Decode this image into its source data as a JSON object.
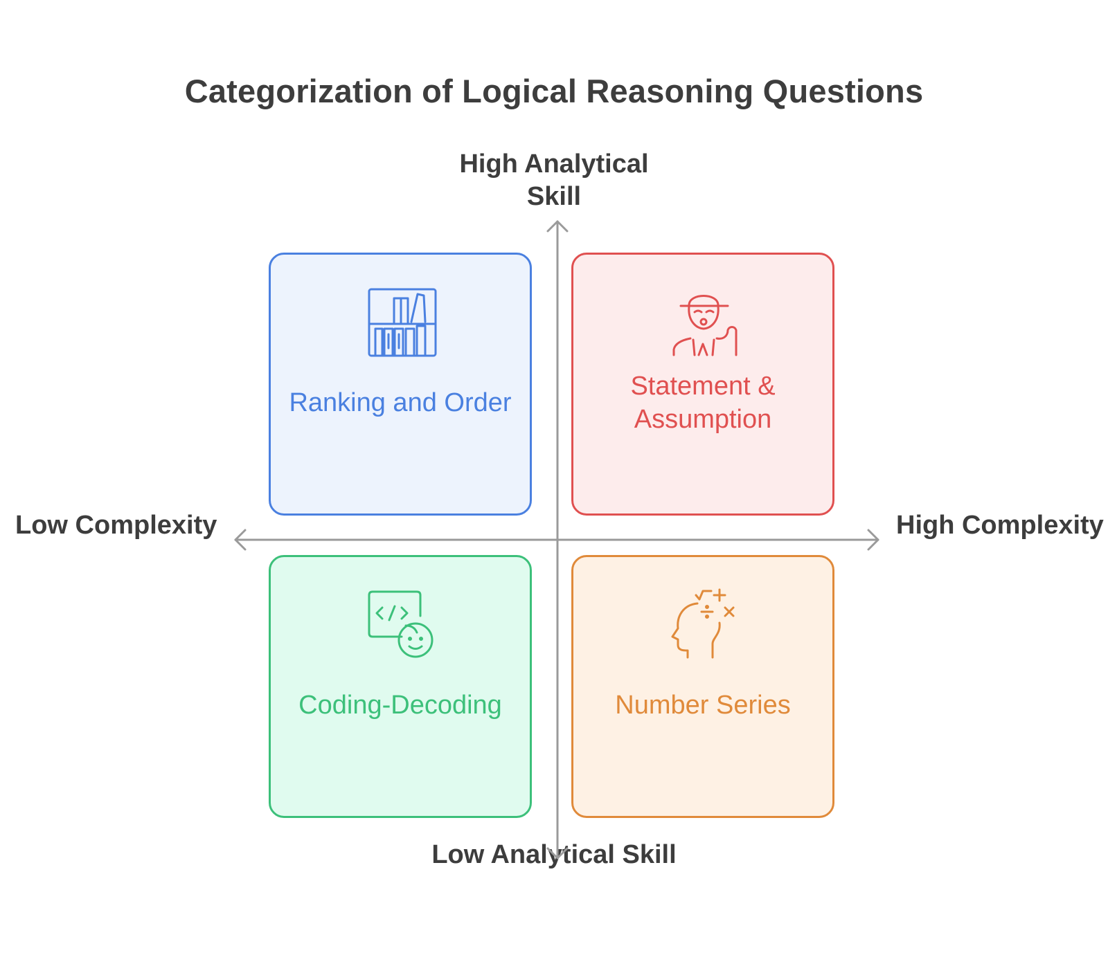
{
  "title": "Categorization of Logical Reasoning Questions",
  "axes": {
    "top": "High Analytical Skill",
    "bottom": "Low Analytical Skill",
    "left": "Low Complexity",
    "right": "High Complexity"
  },
  "quadrants": [
    {
      "position": "top-left",
      "label": "Ranking and Order",
      "icon": "bookshelf-icon",
      "color": "#4a80e0",
      "fill": "#edf3fd"
    },
    {
      "position": "top-right",
      "label": "Statement & Assumption",
      "icon": "detective-icon",
      "color": "#e05050",
      "fill": "#fdecec"
    },
    {
      "position": "bottom-left",
      "label": "Coding-Decoding",
      "icon": "code-brain-icon",
      "color": "#3cc07a",
      "fill": "#e0fbef"
    },
    {
      "position": "bottom-right",
      "label": "Number Series",
      "icon": "math-head-icon",
      "color": "#e08a3a",
      "fill": "#fef1e4"
    }
  ],
  "axis_color": "#9a9a9a"
}
